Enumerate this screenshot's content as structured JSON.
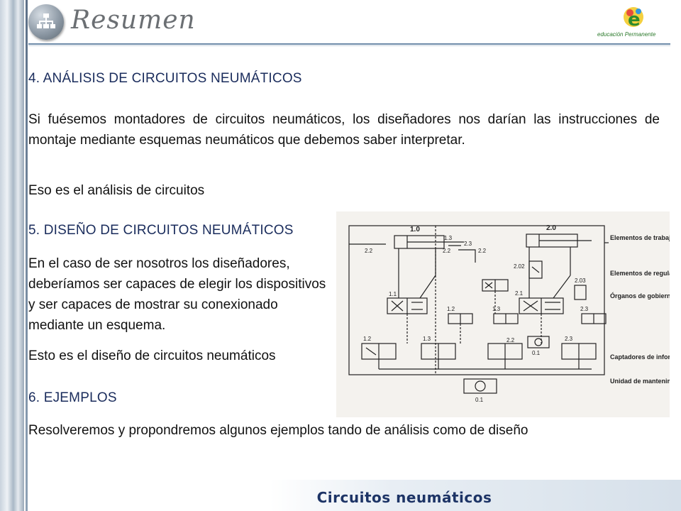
{
  "header": {
    "title": "Resumen",
    "brand_e": "e",
    "brand_text": "educación Permanente"
  },
  "sections": {
    "s4_heading": "4. ANÁLISIS DE CIRCUITOS NEUMÁTICOS",
    "s4_para1": "Si fuésemos montadores de circuitos neumáticos, los diseñadores nos darían las instrucciones de montaje mediante esquemas neumáticos que debemos saber interpretar.",
    "s4_para2": "Eso es el análisis de circuitos",
    "s5_heading": "5. DISEÑO DE CIRCUITOS NEUMÁTICOS",
    "s5_para1_l1": "En el caso de ser nosotros los diseñadores,",
    "s5_para1_l2": "deberíamos ser capaces de elegir los dispositivos",
    "s5_para1_l3": "y ser capaces de mostrar su conexionado",
    "s5_para1_l4": "mediante un esquema.",
    "s5_para2": "Esto es el diseño de circuitos neumáticos",
    "s6_heading": "6. EJEMPLOS",
    "s6_para1": "Resolveremos y propondremos algunos ejemplos tando de análisis como de diseño"
  },
  "diagram": {
    "labels": {
      "c10": "1.0",
      "c20": "2.0",
      "v11": "1.1",
      "v12": "1.2",
      "v13": "1.3",
      "v21": "2.1",
      "v22": "2.2",
      "v23": "2.3",
      "v202": "2.02",
      "v203": "2.03",
      "v01": "0.1",
      "l13": "1.3",
      "l22a": "2.2",
      "l23": "2.3",
      "l22b": "2.2",
      "l22c": "2.2",
      "right1": "Elementos de trabajo",
      "right2": "Elementos de regulación",
      "right3": "Órganos de gobierno",
      "right4": "Captadores de información",
      "right5": "Unidad de mantenimiento"
    }
  },
  "footer": {
    "title": "Circuitos neumáticos"
  },
  "colors": {
    "heading": "#1a2c5c",
    "footer": "#1d3466",
    "rule": "#6c8aa8",
    "brand_green": "#2c7a2c"
  }
}
